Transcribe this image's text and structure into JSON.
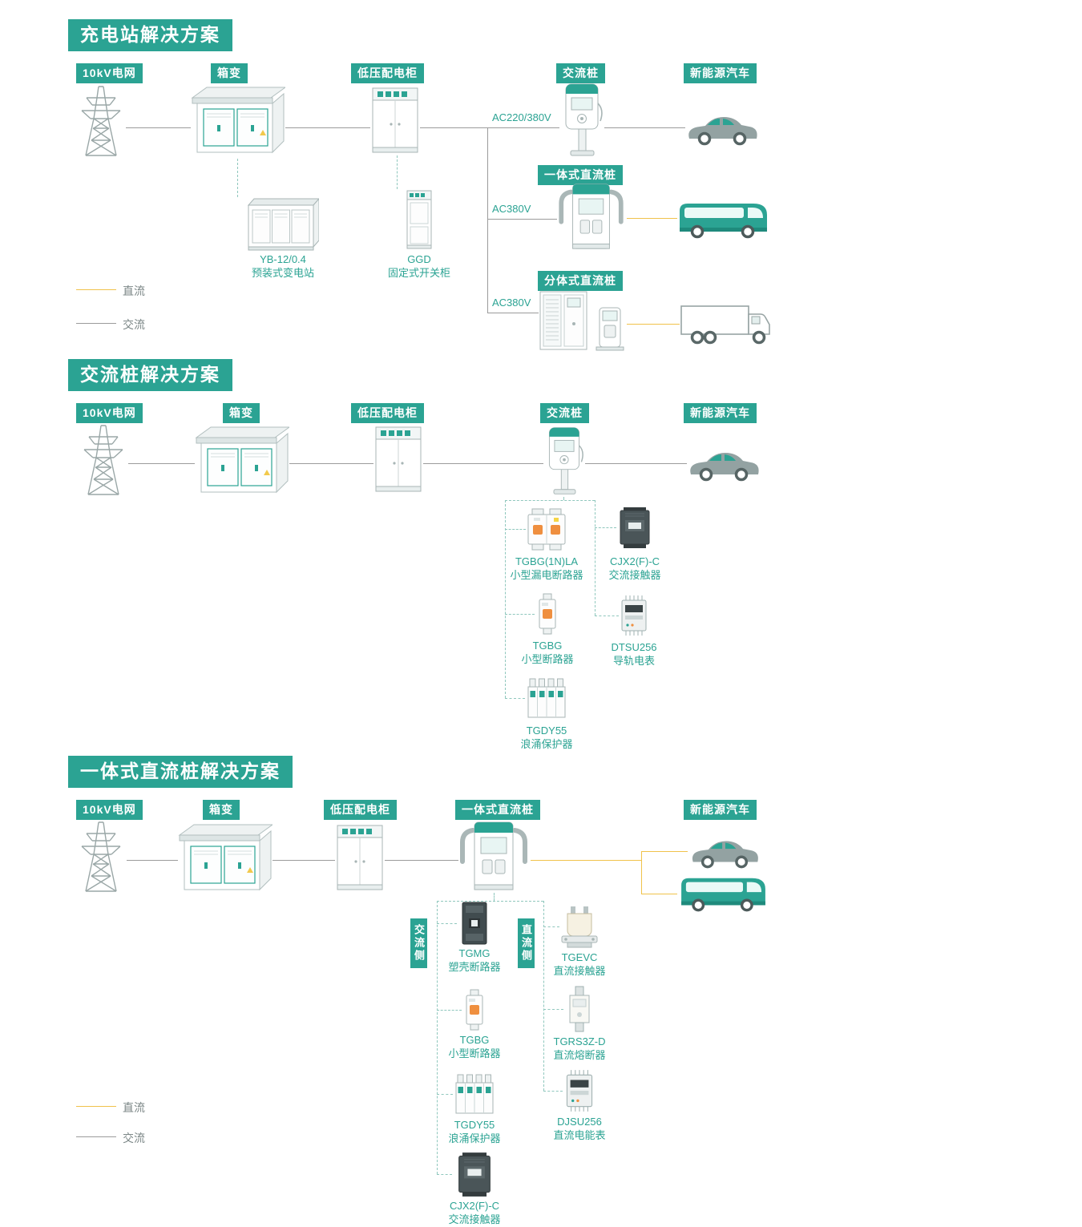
{
  "colors": {
    "accent_teal": "#2BA393",
    "dc_line_yellow": "#F0C24B",
    "ac_line_gray": "#9B9B9B",
    "breaker_orange": "#EF8F3F"
  },
  "legend": {
    "dc": "直流",
    "ac": "交流"
  },
  "section1": {
    "title": "充电站解决方案",
    "nodes": {
      "grid": "10kV电网",
      "transformer": "箱变",
      "lv_cabinet": "低压配电柜",
      "ac_pile": "交流桩",
      "vehicle": "新能源汽车"
    },
    "badges": {
      "dc_integrated": "一体式直流桩",
      "dc_split": "分体式直流桩"
    },
    "line_labels": {
      "ac220_380": "AC220/380V",
      "ac380_mid": "AC380V",
      "ac380_bottom": "AC380V"
    },
    "products": {
      "yb": {
        "name": "YB-12/0.4",
        "desc": "预装式变电站"
      },
      "ggd": {
        "name": "GGD",
        "desc": "固定式开关柜"
      }
    }
  },
  "section2": {
    "title": "交流桩解决方案",
    "nodes": {
      "grid": "10kV电网",
      "transformer": "箱变",
      "lv_cabinet": "低压配电柜",
      "ac_pile": "交流桩",
      "vehicle": "新能源汽车"
    },
    "products": {
      "tgbg1nla": {
        "name": "TGBG(1N)LA",
        "desc": "小型漏电断路器"
      },
      "cjx2": {
        "name": "CJX2(F)-C",
        "desc": "交流接触器"
      },
      "tgbg": {
        "name": "TGBG",
        "desc": "小型断路器"
      },
      "dtsu256": {
        "name": "DTSU256",
        "desc": "导轨电表"
      },
      "tgdy55": {
        "name": "TGDY55",
        "desc": "浪涌保护器"
      }
    }
  },
  "section3": {
    "title": "一体式直流桩解决方案",
    "nodes": {
      "grid": "10kV电网",
      "transformer": "箱变",
      "lv_cabinet": "低压配电柜",
      "dc_pile": "一体式直流桩",
      "vehicle": "新能源汽车"
    },
    "side_labels": {
      "ac_side": "交流侧",
      "dc_side": "直流侧"
    },
    "products": {
      "tgmg": {
        "name": "TGMG",
        "desc": "塑壳断路器"
      },
      "tgbg": {
        "name": "TGBG",
        "desc": "小型断路器"
      },
      "tgdy55": {
        "name": "TGDY55",
        "desc": "浪涌保护器"
      },
      "cjx2": {
        "name": "CJX2(F)-C",
        "desc": "交流接触器"
      },
      "tgevc": {
        "name": "TGEVC",
        "desc": "直流接触器"
      },
      "tgrs3zd": {
        "name": "TGRS3Z-D",
        "desc": "直流熔断器"
      },
      "djsu256": {
        "name": "DJSU256",
        "desc": "直流电能表"
      }
    }
  }
}
